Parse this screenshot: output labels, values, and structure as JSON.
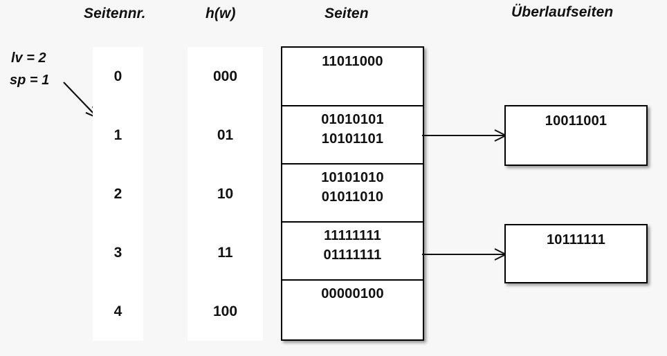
{
  "headers": {
    "seitennr": "Seitennr.",
    "hw": "h(w)",
    "seiten": "Seiten",
    "ueberlaufseiten": "Überlaufseiten"
  },
  "annotations": {
    "lv": "lv = 2",
    "sp": "sp = 1",
    "arrow_icon": "diagonal-arrow-down-right-icon"
  },
  "colors": {
    "background": "#f7f7f7",
    "page": "#ffffff",
    "stroke": "#000000",
    "text": "#111111"
  },
  "page_numbers": [
    "0",
    "1",
    "2",
    "3",
    "4"
  ],
  "hash_values": [
    "000",
    "01",
    "10",
    "11",
    "100"
  ],
  "buckets": [
    {
      "index": 0,
      "entries": [
        "11011000"
      ],
      "overflow": null
    },
    {
      "index": 1,
      "entries": [
        "01010101",
        "10101101"
      ],
      "overflow": "10011001"
    },
    {
      "index": 2,
      "entries": [
        "10101010",
        "01011010"
      ],
      "overflow": null
    },
    {
      "index": 3,
      "entries": [
        "11111111",
        "01111111"
      ],
      "overflow": "10111111"
    },
    {
      "index": 4,
      "entries": [
        "00000100"
      ],
      "overflow": null
    }
  ],
  "overflow_pages": [
    {
      "from_bucket": 1,
      "entry": "10011001",
      "arrow_icon": "arrow-right-icon"
    },
    {
      "from_bucket": 3,
      "entry": "10111111",
      "arrow_icon": "arrow-right-icon"
    }
  ]
}
